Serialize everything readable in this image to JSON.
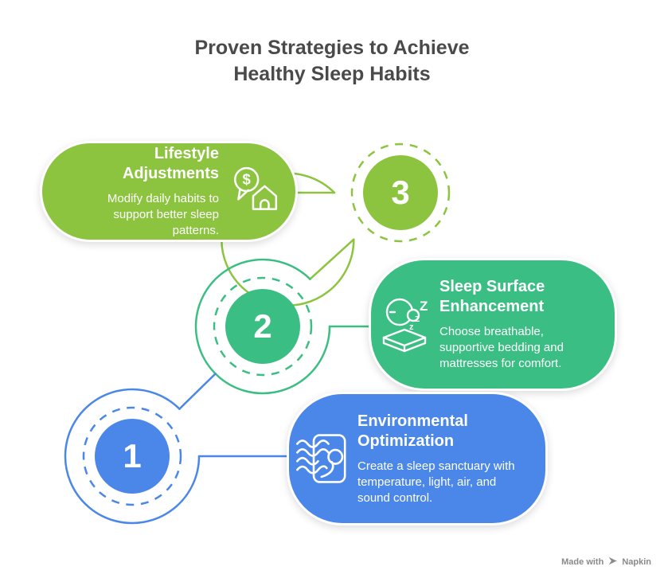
{
  "title": {
    "line1": "Proven Strategies to Achieve",
    "line2": "Healthy Sleep Habits"
  },
  "steps": [
    {
      "number": "1",
      "title": "Environmental Optimization",
      "description": "Create a sleep sanctuary with temperature, light, air, and sound control.",
      "color": "#4A87E8",
      "icon": "airflow-icon"
    },
    {
      "number": "2",
      "title": "Sleep Surface Enhancement",
      "description": "Choose breathable, supportive bedding and mattresses for comfort.",
      "color": "#3BBE83",
      "icon": "moon-mattress-icon"
    },
    {
      "number": "3",
      "title": "Lifestyle Adjustments",
      "description": "Modify daily habits to support better sleep patterns.",
      "color": "#8CC43F",
      "icon": "money-house-icon"
    }
  ],
  "watermark": {
    "prefix": "Made with",
    "brand": "Napkin"
  },
  "colors": {
    "lime": "#8CC43F",
    "teal": "#3BBE83",
    "blue": "#4A87E8",
    "heading": "#4A4A4A",
    "watermark": "#8A8A8A"
  }
}
